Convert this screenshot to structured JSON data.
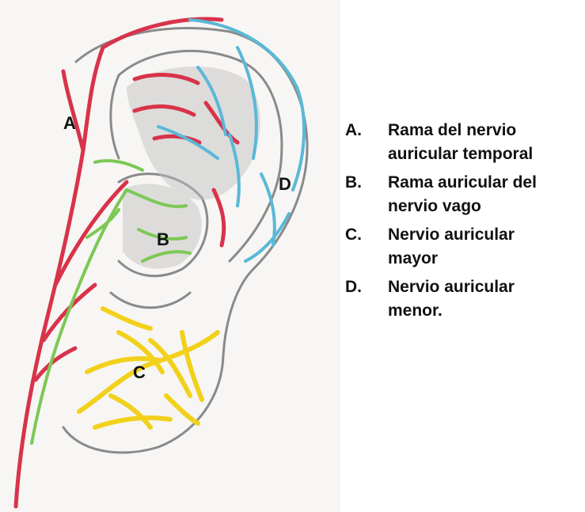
{
  "figure": {
    "markers": {
      "a": "A",
      "b": "B",
      "c": "C",
      "d": "D"
    },
    "colors": {
      "a_red": "#d8334a",
      "b_green": "#7cc855",
      "c_yellow": "#f2d11c",
      "d_blue": "#5ab8d8",
      "outline_gray": "#8a8a8a"
    }
  },
  "legend": {
    "items": [
      {
        "letter": "A.",
        "line1": "Rama del nervio",
        "line2": "auricular temporal"
      },
      {
        "letter": "B.",
        "line1": "Rama auricular del",
        "line2": "nervio vago"
      },
      {
        "letter": "C.",
        "line1": "Nervio auricular",
        "line2": "mayor"
      },
      {
        "letter": "D.",
        "line1": "Nervio auricular",
        "line2": "menor."
      }
    ]
  }
}
